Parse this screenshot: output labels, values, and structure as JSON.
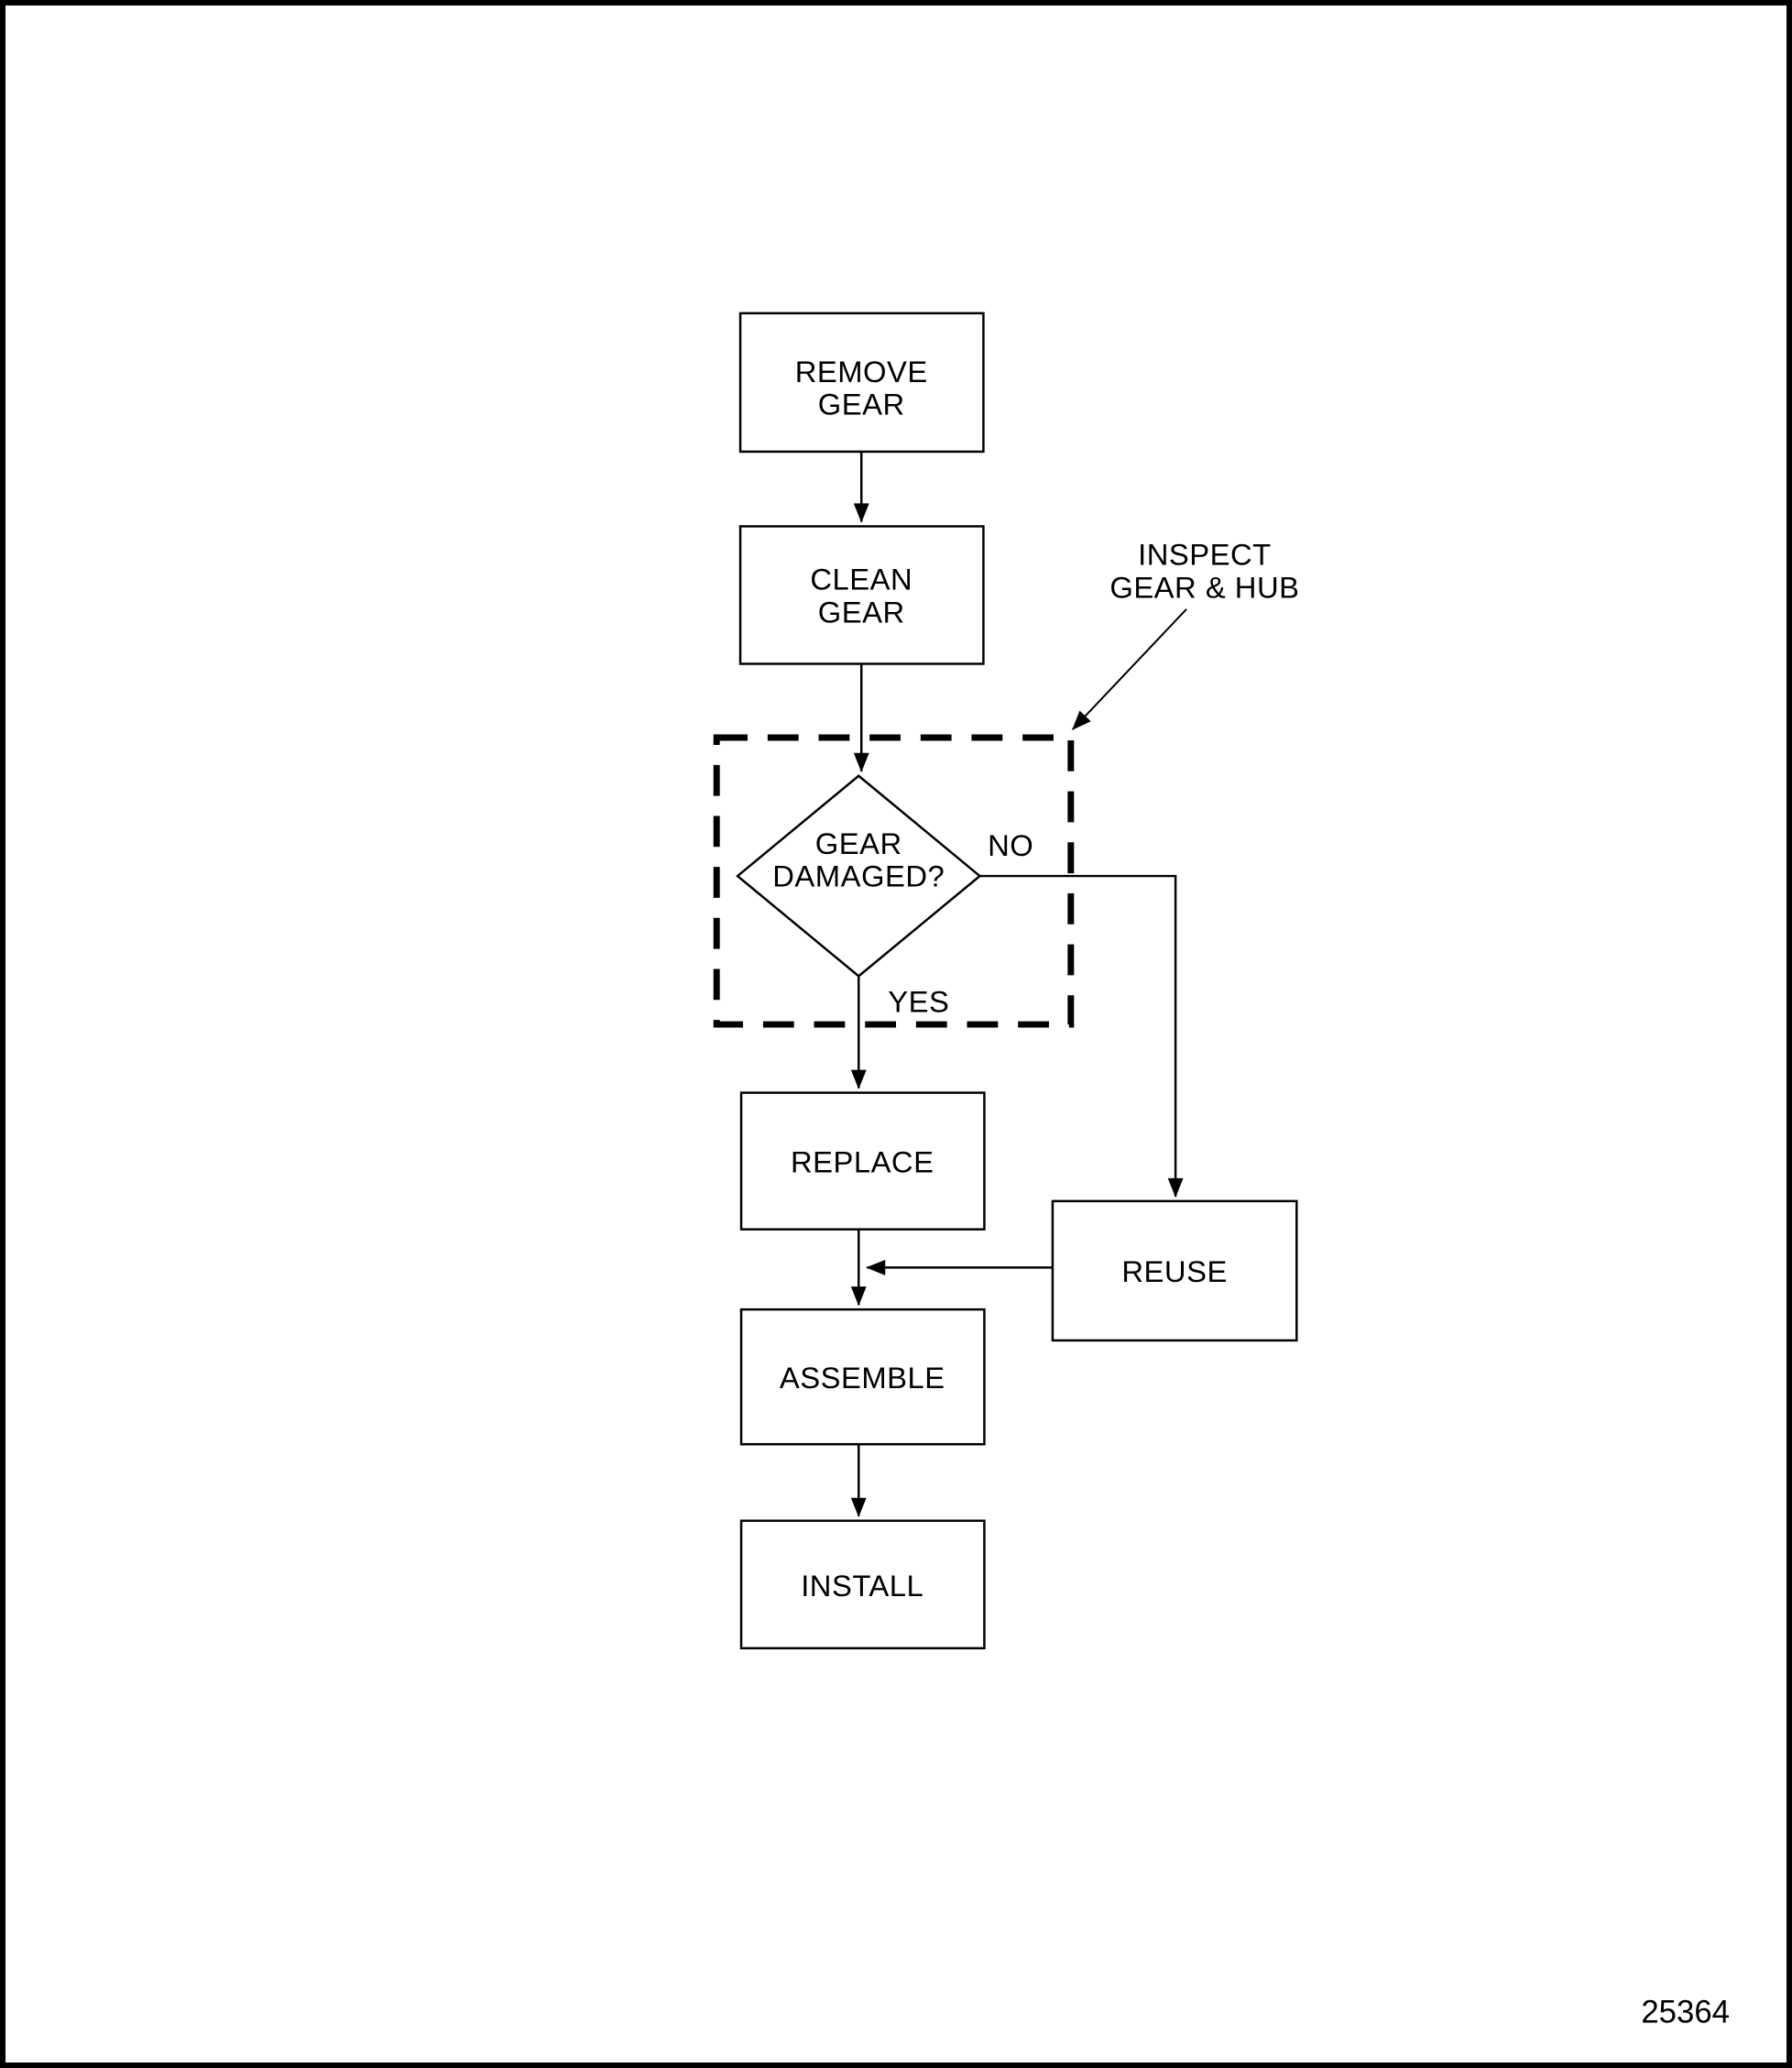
{
  "figure": {
    "number": "25364"
  },
  "flowchart": {
    "nodes": {
      "remove_gear": {
        "line1": "REMOVE",
        "line2": "GEAR"
      },
      "clean_gear": {
        "line1": "CLEAN",
        "line2": "GEAR"
      },
      "gear_damaged": {
        "line1": "GEAR",
        "line2": "DAMAGED?"
      },
      "replace": {
        "label": "REPLACE"
      },
      "reuse": {
        "label": "REUSE"
      },
      "assemble": {
        "label": "ASSEMBLE"
      },
      "install": {
        "label": "INSTALL"
      }
    },
    "branch_labels": {
      "no": "NO",
      "yes": "YES"
    },
    "annotation": {
      "line1": "INSPECT",
      "line2": "GEAR & HUB"
    }
  },
  "colors": {
    "ink": "#000000",
    "paper": "#ffffff"
  }
}
